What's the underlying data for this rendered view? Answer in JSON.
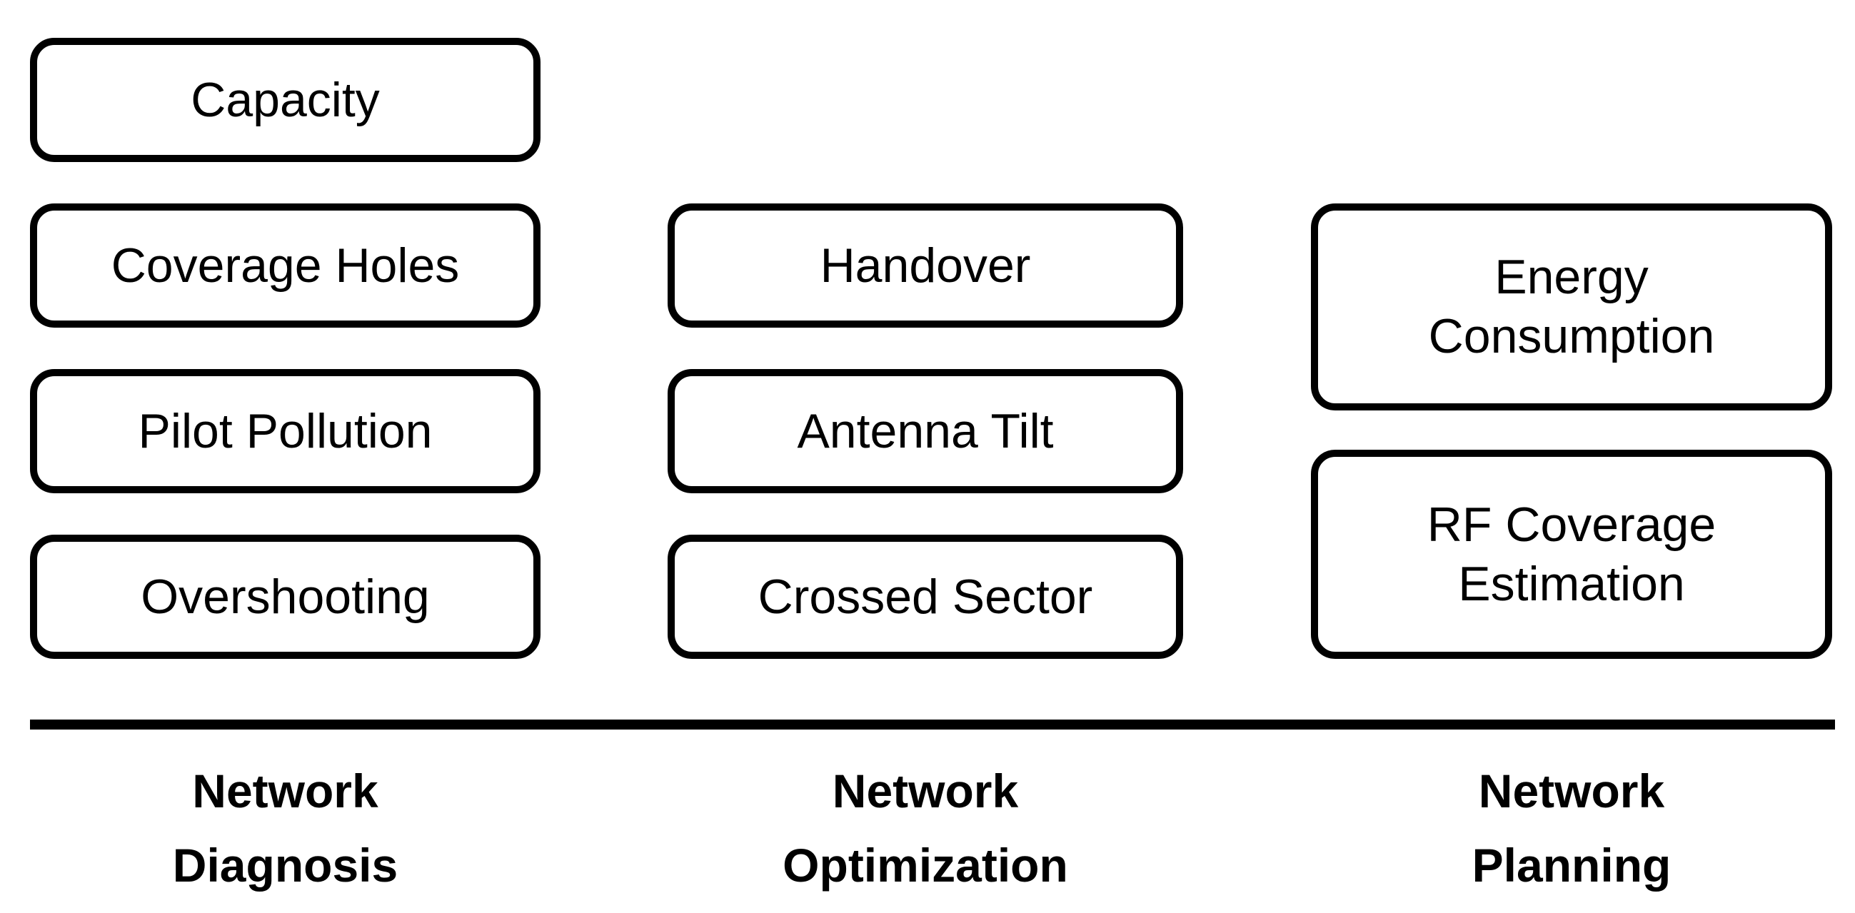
{
  "diagram": {
    "title_hint": "Mobile network use-case taxonomy",
    "colors": {
      "stroke": "#000000",
      "text": "#000000",
      "background": "#ffffff"
    },
    "columns": [
      {
        "category": "Network\nDiagnosis",
        "boxes": [
          "Capacity",
          "Coverage Holes",
          "Pilot Pollution",
          "Overshooting"
        ]
      },
      {
        "category": "Network\nOptimization",
        "boxes": [
          "Handover",
          "Antenna Tilt",
          "Crossed Sector"
        ]
      },
      {
        "category": "Network\nPlanning",
        "boxes": [
          "Energy\nConsumption",
          "RF Coverage\nEstimation"
        ]
      }
    ]
  }
}
